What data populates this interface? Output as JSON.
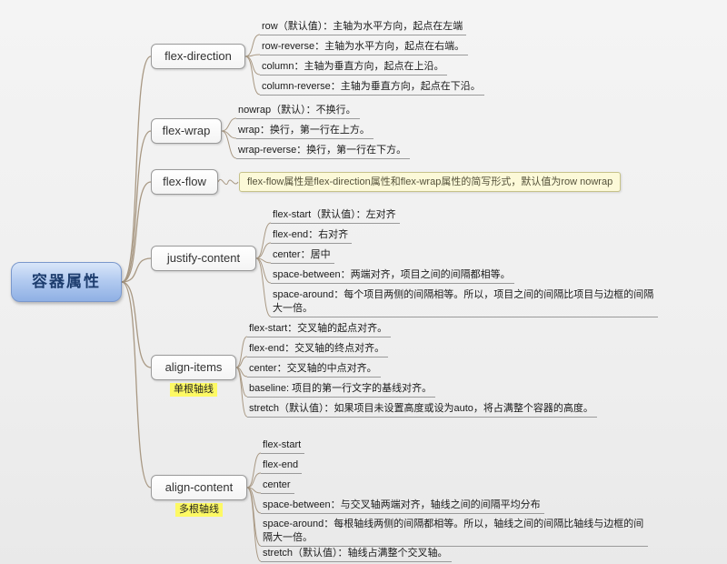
{
  "root": {
    "label": "容器属性"
  },
  "branches": [
    {
      "label": "flex-direction",
      "children": [
        {
          "label": "row（默认值）：主轴为水平方向，起点在左端"
        },
        {
          "label": "row-reverse：主轴为水平方向，起点在右端。"
        },
        {
          "label": "column：主轴为垂直方向，起点在上沿。"
        },
        {
          "label": "column-reverse：主轴为垂直方向，起点在下沿。"
        }
      ]
    },
    {
      "label": "flex-wrap",
      "children": [
        {
          "label": "nowrap（默认）：不换行。"
        },
        {
          "label": "wrap：换行，第一行在上方。"
        },
        {
          "label": "wrap-reverse：换行，第一行在下方。"
        }
      ]
    },
    {
      "label": "flex-flow",
      "note": "flex-flow属性是flex-direction属性和flex-wrap属性的简写形式，默认值为row nowrap"
    },
    {
      "label": "justify-content",
      "children": [
        {
          "label": "flex-start（默认值）：左对齐"
        },
        {
          "label": "flex-end：右对齐"
        },
        {
          "label": "center：居中"
        },
        {
          "label": "space-between：两端对齐，项目之间的间隔都相等。"
        },
        {
          "label": "space-around：每个项目两侧的间隔相等。所以，项目之间的间隔比项目与边框的间隔大一倍。"
        }
      ]
    },
    {
      "label": "align-items",
      "tag": "单根轴线",
      "children": [
        {
          "label": "flex-start：交叉轴的起点对齐。"
        },
        {
          "label": "flex-end：交叉轴的终点对齐。"
        },
        {
          "label": "center：交叉轴的中点对齐。"
        },
        {
          "label": "baseline: 项目的第一行文字的基线对齐。"
        },
        {
          "label": "stretch（默认值）：如果项目未设置高度或设为auto，将占满整个容器的高度。"
        }
      ]
    },
    {
      "label": "align-content",
      "tag": "多根轴线",
      "children": [
        {
          "label": "flex-start"
        },
        {
          "label": "flex-end"
        },
        {
          "label": "center"
        },
        {
          "label": "space-between：与交叉轴两端对齐，轴线之间的间隔平均分布"
        },
        {
          "label": "space-around：每根轴线两侧的间隔都相等。所以，轴线之间的间隔比轴线与边框的间隔大一倍。"
        },
        {
          "label": "stretch（默认值）：轴线占满整个交叉轴。"
        }
      ]
    }
  ],
  "colors": {
    "background": "#efefef",
    "connector": "#a89883",
    "root_fill_top": "#d9e6f9",
    "root_fill_bottom": "#8fb0e4",
    "root_text": "#1d3d6e",
    "branch_border": "#9a9a9a",
    "note_background": "#fcf9d8",
    "note_border": "#c6c28a",
    "tag_background": "#fdf964",
    "leaf_underline": "#9a9a9a"
  }
}
